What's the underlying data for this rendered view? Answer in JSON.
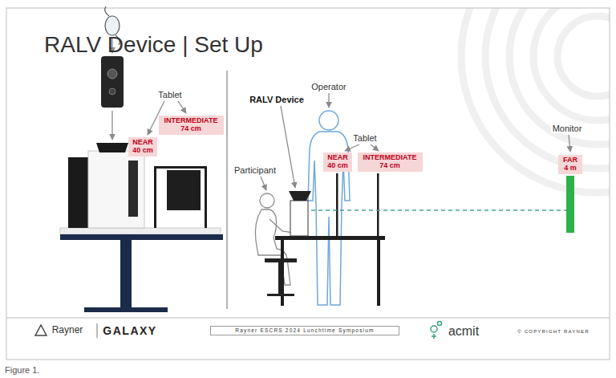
{
  "diagram": {
    "title": "RALV Device | Set Up",
    "caption": "Figure 1.",
    "nodes": [
      {
        "text": [
          "NEAR 40 cm"
        ]
      },
      {
        "text": [
          "INTERMEDIATE 74 cm"
        ]
      },
      {
        "text": [
          "NEAR 40 cm"
        ]
      },
      {
        "text": [
          "INTERMEDIATE 74 cm"
        ]
      },
      {
        "text": [
          "FAR 4 m"
        ]
      },
      {
        "text": [
          "Rayner ESCRS 2024 Lunchtime Symposium"
        ]
      }
    ],
    "labels": [
      "Tablet",
      "Tablet",
      "RALV Device",
      "Operator",
      "Participant",
      "Monitor",
      "Rayner",
      "GALAXY",
      "acmit",
      "© COPYRIGHT RAYNER"
    ]
  }
}
